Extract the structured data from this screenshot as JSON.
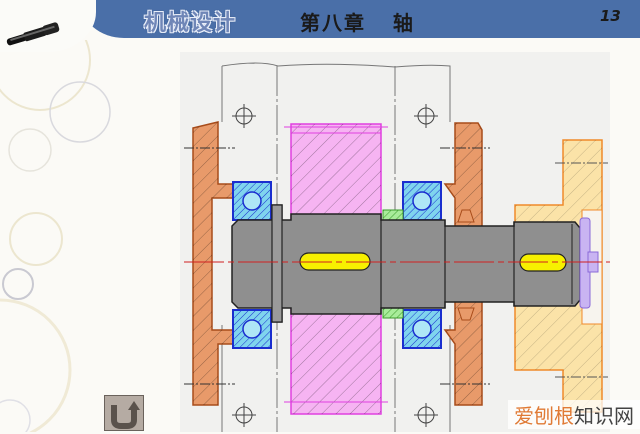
{
  "header": {
    "course_title": "机械设计",
    "chapter_title": "第八章   轴",
    "page_number": "13",
    "bg_color": "#4a6fa8"
  },
  "logo": {
    "icon": "shaft-icon"
  },
  "drawing": {
    "description": "Shaft assembly cross-section: gear, two angular contact ball bearings, bearing caps, coupling and end plate",
    "colors": {
      "shaft": "#8f8f8f",
      "gear": "#f6b4f2",
      "gear_outline": "#e040e0",
      "bearing_outline": "#1a2ecf",
      "bearing_fill": "#7fd4ee",
      "bearing_cap": "#e89a6a",
      "bearing_cap_outline": "#a84c1a",
      "coupling": "#fbe3a8",
      "coupling_outline": "#f08a2a",
      "spacer": "#8fe08a",
      "keys": "#f7f000",
      "end_plate": "#c9b4f2",
      "center_line": "#d02020"
    }
  },
  "nav": {
    "back_icon": "u-turn-back-icon"
  },
  "watermark": {
    "part_a": "爱刨根",
    "part_b": "知识网"
  }
}
